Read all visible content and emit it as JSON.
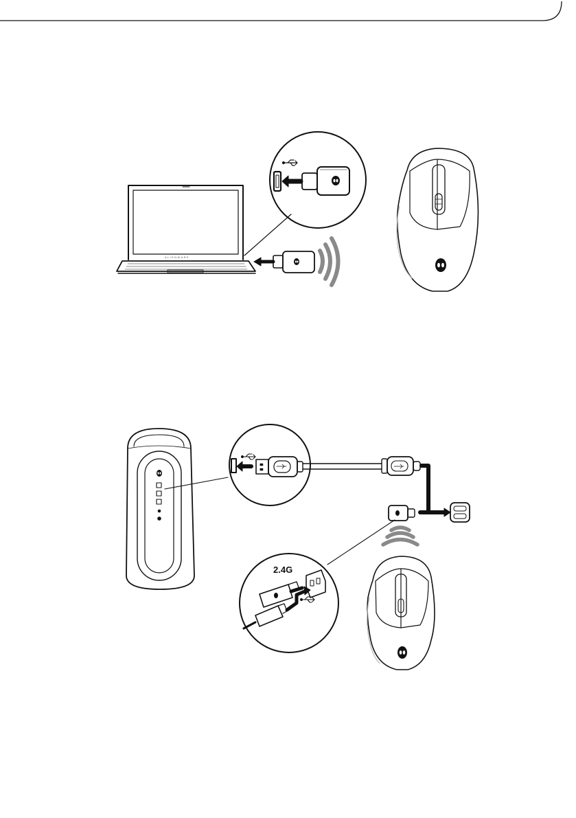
{
  "header": {
    "corner_line": true
  },
  "figure1": {
    "laptop_brand": "ALIENWARE",
    "dongle_logo": "alienware-logo-icon",
    "usb_symbol": "usb-icon"
  },
  "figure2": {
    "band_label": "2.4G",
    "usb_symbol": "usb-icon",
    "cable_type": "usb-a-to-usb-c"
  },
  "colors": {
    "stroke": "#111111",
    "wave": "#8a8a8a",
    "shadow": "#d9d9d9",
    "background": "#ffffff"
  }
}
